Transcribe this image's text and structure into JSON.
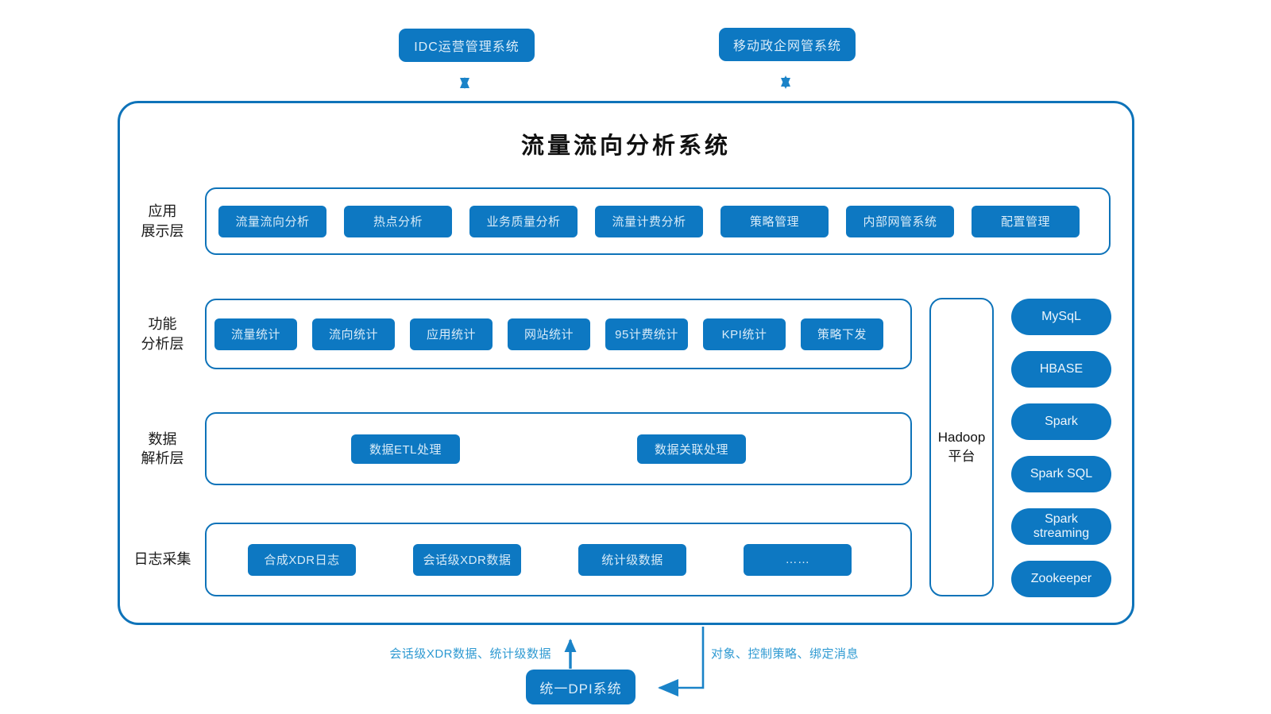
{
  "external_systems": {
    "idc": "IDC运营管理系统",
    "mobile": "移动政企网管系统"
  },
  "title": "流量流向分析系统",
  "layers": [
    {
      "name": "应用\n展示层",
      "buttons": [
        "流量流向分析",
        "热点分析",
        "业务质量分析",
        "流量计费分析",
        "策略管理",
        "内部网管系统",
        "配置管理"
      ]
    },
    {
      "name": "功能\n分析层",
      "buttons": [
        "流量统计",
        "流向统计",
        "应用统计",
        "网站统计",
        "95计费统计",
        "KPI统计",
        "策略下发"
      ]
    },
    {
      "name": "数据\n解析层",
      "buttons": [
        "数据ETL处理",
        "数据关联处理"
      ]
    },
    {
      "name": "日志采集",
      "buttons": [
        "合成XDR日志",
        "会话级XDR数据",
        "统计级数据",
        "……"
      ]
    }
  ],
  "hadoop": {
    "label": "Hadoop\n平台"
  },
  "components": [
    "MySqL",
    "HBASE",
    "Spark",
    "Spark SQL",
    "Spark streaming",
    "Zookeeper"
  ],
  "dpi": {
    "label": "统一DPI系统"
  },
  "flow_labels": {
    "upload": "会话级XDR数据、统计级数据",
    "download": "对象、控制策略、绑定消息"
  },
  "colors": {
    "node_fill": "#0d78c2",
    "container_border": "#0e73b9",
    "arrow": "#1a83c8",
    "flow_label_text": "#2f9ad2",
    "node_text": "#d8ebf8",
    "title_text": "#111111"
  }
}
